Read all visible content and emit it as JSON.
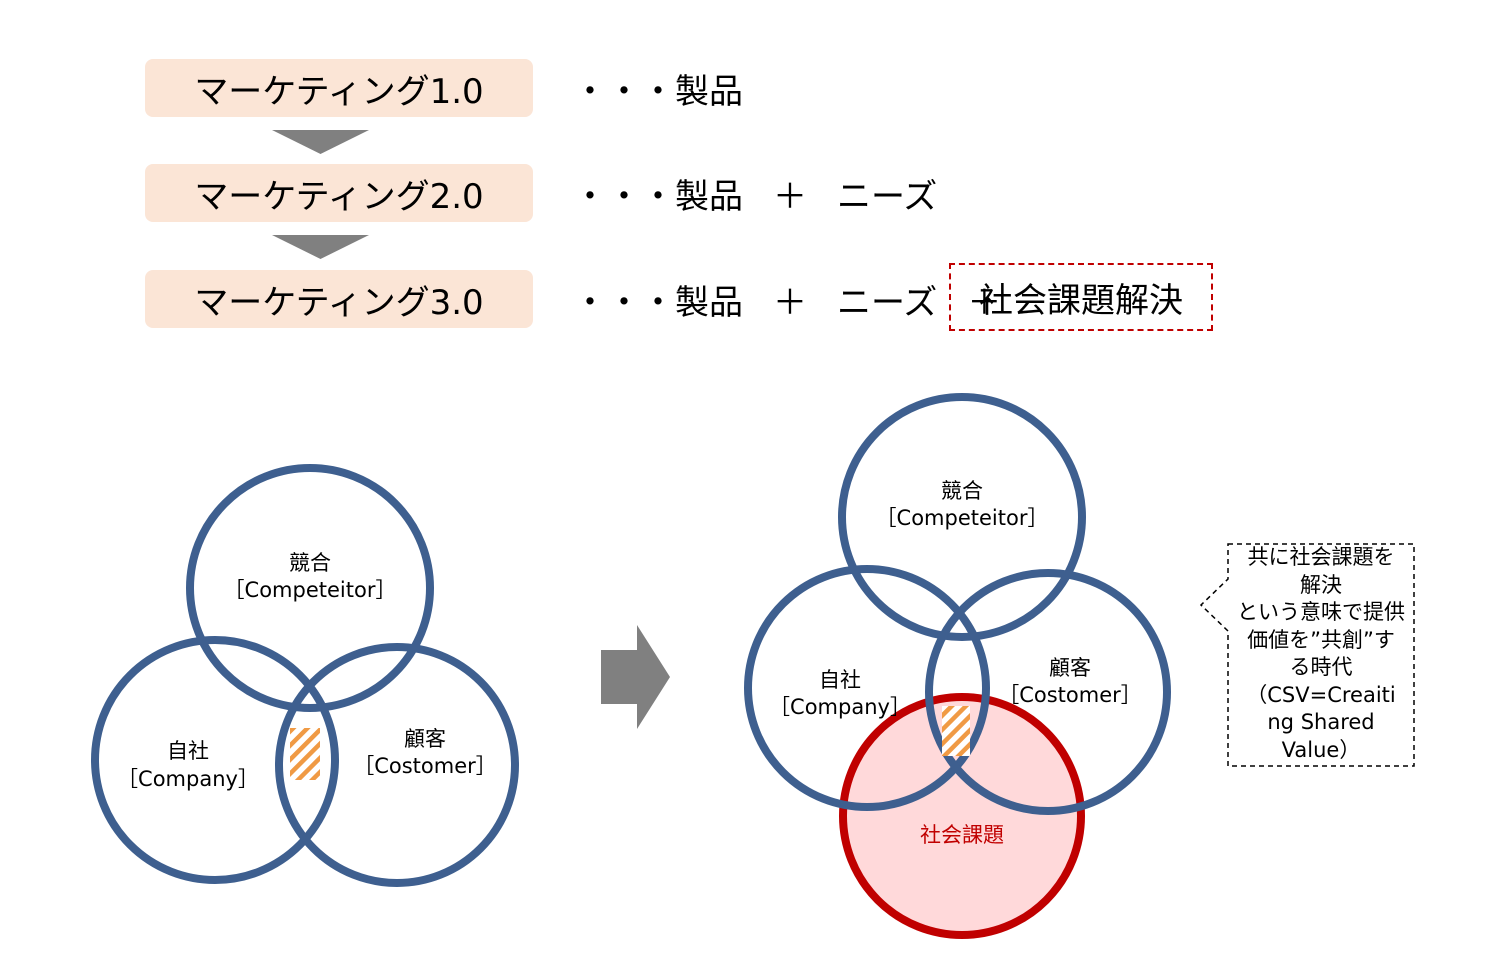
{
  "stages": [
    {
      "label": "マーケティング1.0",
      "desc": [
        "・・・製品"
      ]
    },
    {
      "label": "マーケティング2.0",
      "desc": [
        "・・・製品",
        "＋",
        "ニーズ"
      ]
    },
    {
      "label": "マーケティング3.0",
      "desc": [
        "・・・製品",
        "＋",
        "ニーズ",
        "＋"
      ]
    }
  ],
  "highlight": "社会課題解決",
  "venn_left": {
    "competitor": {
      "name": "競合",
      "en": "［Competeitor］"
    },
    "company": {
      "name": "自社",
      "en": "［Company］"
    },
    "customer": {
      "name": "顧客",
      "en": "［Costomer］"
    }
  },
  "venn_right": {
    "competitor": {
      "name": "競合",
      "en": "［Competeitor］"
    },
    "company": {
      "name": "自社",
      "en": "［Company］"
    },
    "customer": {
      "name": "顧客",
      "en": "［Costomer］"
    },
    "social": {
      "name": "社会課題"
    }
  },
  "callout": "共に社会課題を\n解決\nという意味で提供\n価値を”共創”す\nる時代\n（CSV=Creaiti\nng Shared\nValue）",
  "colors": {
    "stage_fill": "#fbe5d6",
    "circle_stroke": "#3e5f8f",
    "social_stroke": "#c00000",
    "social_fill": "#ffd9da",
    "hatch": "#f09a44",
    "arrow": "#808080",
    "social_text": "#c00000"
  }
}
